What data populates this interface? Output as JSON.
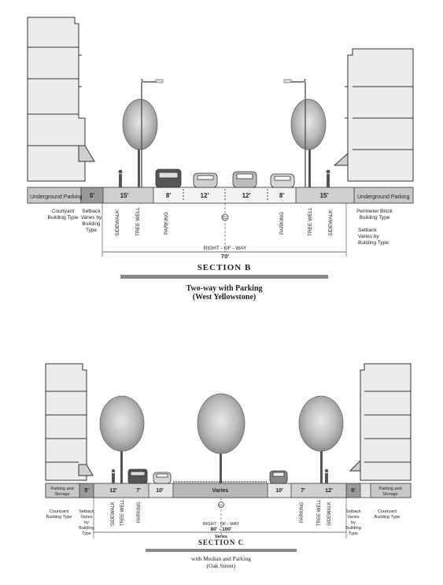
{
  "section_b": {
    "dims": [
      "5'",
      "15'",
      "8'",
      "12'",
      "12'",
      "8'",
      "15'"
    ],
    "underground_left": "Underground Parking",
    "underground_right": "Underground Parking",
    "courtyard_line1": "Courtyard",
    "courtyard_line2": "Building Type",
    "setback_left": [
      "Setback",
      "Varies by",
      "Building",
      "Type"
    ],
    "perimeter_line1": "Perimeter Block",
    "perimeter_line2": "Building Type",
    "setback_right": [
      "Setback",
      "Varies by",
      "Building Type"
    ],
    "vlabels_left": [
      "SIDEWALK",
      "TREE WELL",
      "PARKING"
    ],
    "vlabels_right": [
      "PARKING",
      "TREE WELL",
      "SIDEWALK"
    ],
    "centerline": "CL",
    "row_label": "RIGHT - OF - WAY",
    "row_width": "70'",
    "title": "SECTION B",
    "subtitle1": "Two-way with Parking",
    "subtitle2": "(West Yellowstone)"
  },
  "section_c": {
    "dims": [
      "5'",
      "12'",
      "7'",
      "10'",
      "Varies",
      "10'",
      "7'",
      "12'",
      "5'"
    ],
    "parking_left": [
      "Parking and",
      "Storage"
    ],
    "parking_right": [
      "Parking and",
      "Storage"
    ],
    "courtyard_left": [
      "Courtyard",
      "Building Type"
    ],
    "courtyard_right": [
      "Courtyard",
      "Building Type"
    ],
    "setback_left": [
      "Setback",
      "Varies",
      "by",
      "Building",
      "Type"
    ],
    "setback_right": [
      "Setback",
      "Varies",
      "by",
      "Building",
      "Type"
    ],
    "vlabels_left": [
      "SIDEWALK",
      "TREE WELL",
      "PARKING"
    ],
    "vlabels_right": [
      "PARKING",
      "TREE WELL",
      "SIDEWALK"
    ],
    "centerline": "CL",
    "row_label": "RIGHT - OF - WAY",
    "row_width": "80' - 100'",
    "row_varies": "Varies",
    "title": "SECTION C",
    "subtitle1": "with Median and Parking",
    "subtitle2": "(Oak Street)"
  },
  "colors": {
    "title_bar": "#8a8a8a",
    "ground": "#d9d9d9",
    "building": "#ececec",
    "line": "#222222"
  }
}
